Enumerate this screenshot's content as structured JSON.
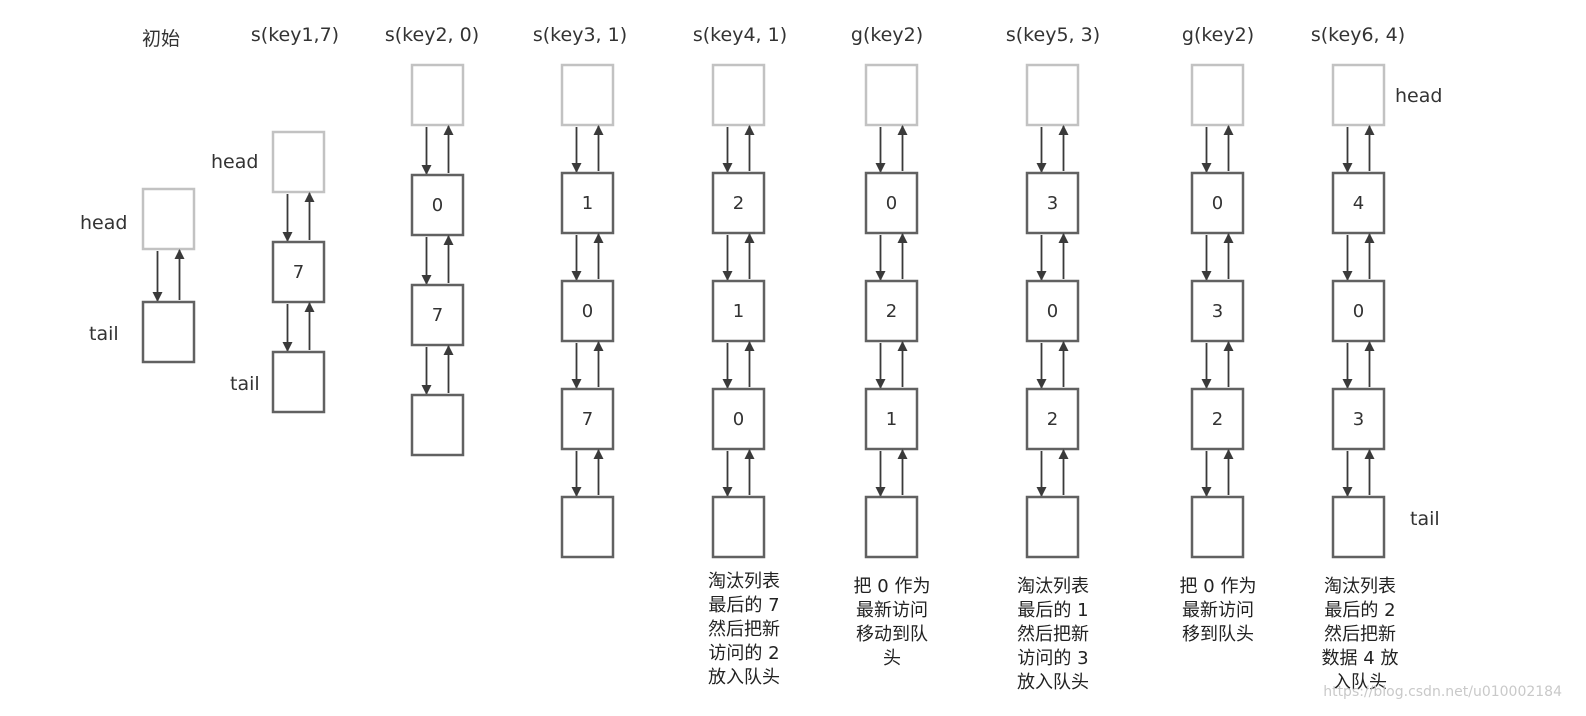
{
  "colors": {
    "node_stroke": "#616161",
    "head_stroke": "#c2c2c2",
    "arrow": "#3a3a3a",
    "text": "#333333"
  },
  "columns": [
    {
      "title": "初始",
      "nodes": [],
      "labels": {
        "head": "head",
        "tail": "tail"
      },
      "note": []
    },
    {
      "title": "s(key1,7)",
      "nodes": [
        "7"
      ],
      "labels": {
        "head": "head",
        "tail": "tail"
      },
      "note": []
    },
    {
      "title": "s(key2, 0)",
      "nodes": [
        "0",
        "7"
      ],
      "note": []
    },
    {
      "title": "s(key3, 1)",
      "nodes": [
        "1",
        "0",
        "7"
      ],
      "note": []
    },
    {
      "title": "s(key4, 1)",
      "nodes": [
        "2",
        "1",
        "0"
      ],
      "note": [
        "淘汰列表",
        "最后的 7",
        "然后把新",
        "访问的 2",
        "放入队头"
      ]
    },
    {
      "title": "g(key2)",
      "nodes": [
        "0",
        "2",
        "1"
      ],
      "note": [
        "把 0 作为",
        "最新访问",
        "移动到队",
        "头"
      ]
    },
    {
      "title": "s(key5, 3)",
      "nodes": [
        "3",
        "0",
        "2"
      ],
      "note": [
        "淘汰列表",
        "最后的 1",
        "然后把新",
        "访问的 3",
        "放入队头"
      ]
    },
    {
      "title": "g(key2)",
      "nodes": [
        "0",
        "3",
        "2"
      ],
      "note": [
        "把 0 作为",
        "最新访问",
        "移到队头"
      ]
    },
    {
      "title": "s(key6, 4)",
      "nodes": [
        "4",
        "0",
        "3"
      ],
      "labels": {
        "head": "head",
        "tail": "tail"
      },
      "note": [
        "淘汰列表",
        "最后的 2",
        "然后把新",
        "数据 4 放",
        "入队头"
      ]
    }
  ],
  "watermark": "https://blog.csdn.net/u010002184"
}
